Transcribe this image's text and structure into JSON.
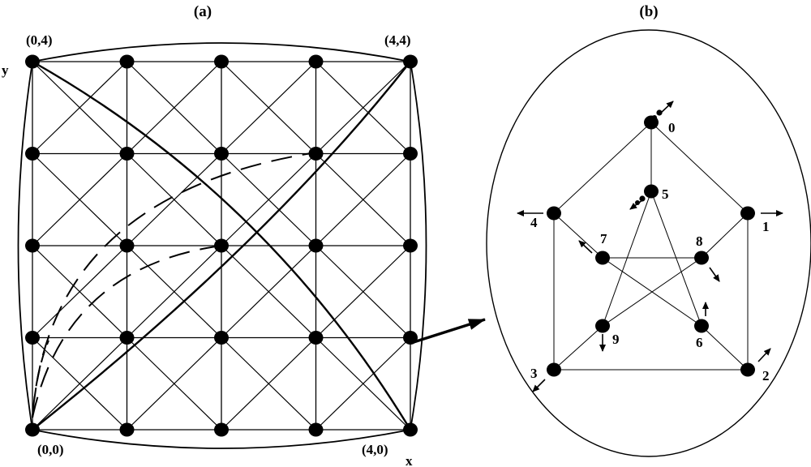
{
  "panels": {
    "a": "(a)",
    "b": "(b)"
  },
  "axes": {
    "x": "x",
    "y": "y"
  },
  "corner_labels": {
    "top_left": "(0,4)",
    "top_right": "(4,4)",
    "bottom_left": "(0,0)",
    "bottom_right": "(4,0)"
  },
  "grid": {
    "size": 5,
    "connections": [
      "horizontal",
      "vertical",
      "diagonal"
    ],
    "edge_style": "solid",
    "node_color": "#000000"
  },
  "petersen": {
    "outer_nodes": [
      "0",
      "1",
      "2",
      "3",
      "4"
    ],
    "inner_nodes": [
      "5",
      "6",
      "7",
      "8",
      "9"
    ],
    "edges": [
      [
        "0",
        "1"
      ],
      [
        "1",
        "2"
      ],
      [
        "2",
        "3"
      ],
      [
        "3",
        "4"
      ],
      [
        "4",
        "0"
      ],
      [
        "0",
        "5"
      ],
      [
        "1",
        "8"
      ],
      [
        "2",
        "6"
      ],
      [
        "3",
        "9"
      ],
      [
        "4",
        "7"
      ],
      [
        "5",
        "6"
      ],
      [
        "6",
        "7"
      ],
      [
        "7",
        "8"
      ],
      [
        "8",
        "9"
      ],
      [
        "9",
        "5"
      ]
    ],
    "node_color": "#000000"
  },
  "colors": {
    "ink": "#000000",
    "background": "#ffffff"
  }
}
